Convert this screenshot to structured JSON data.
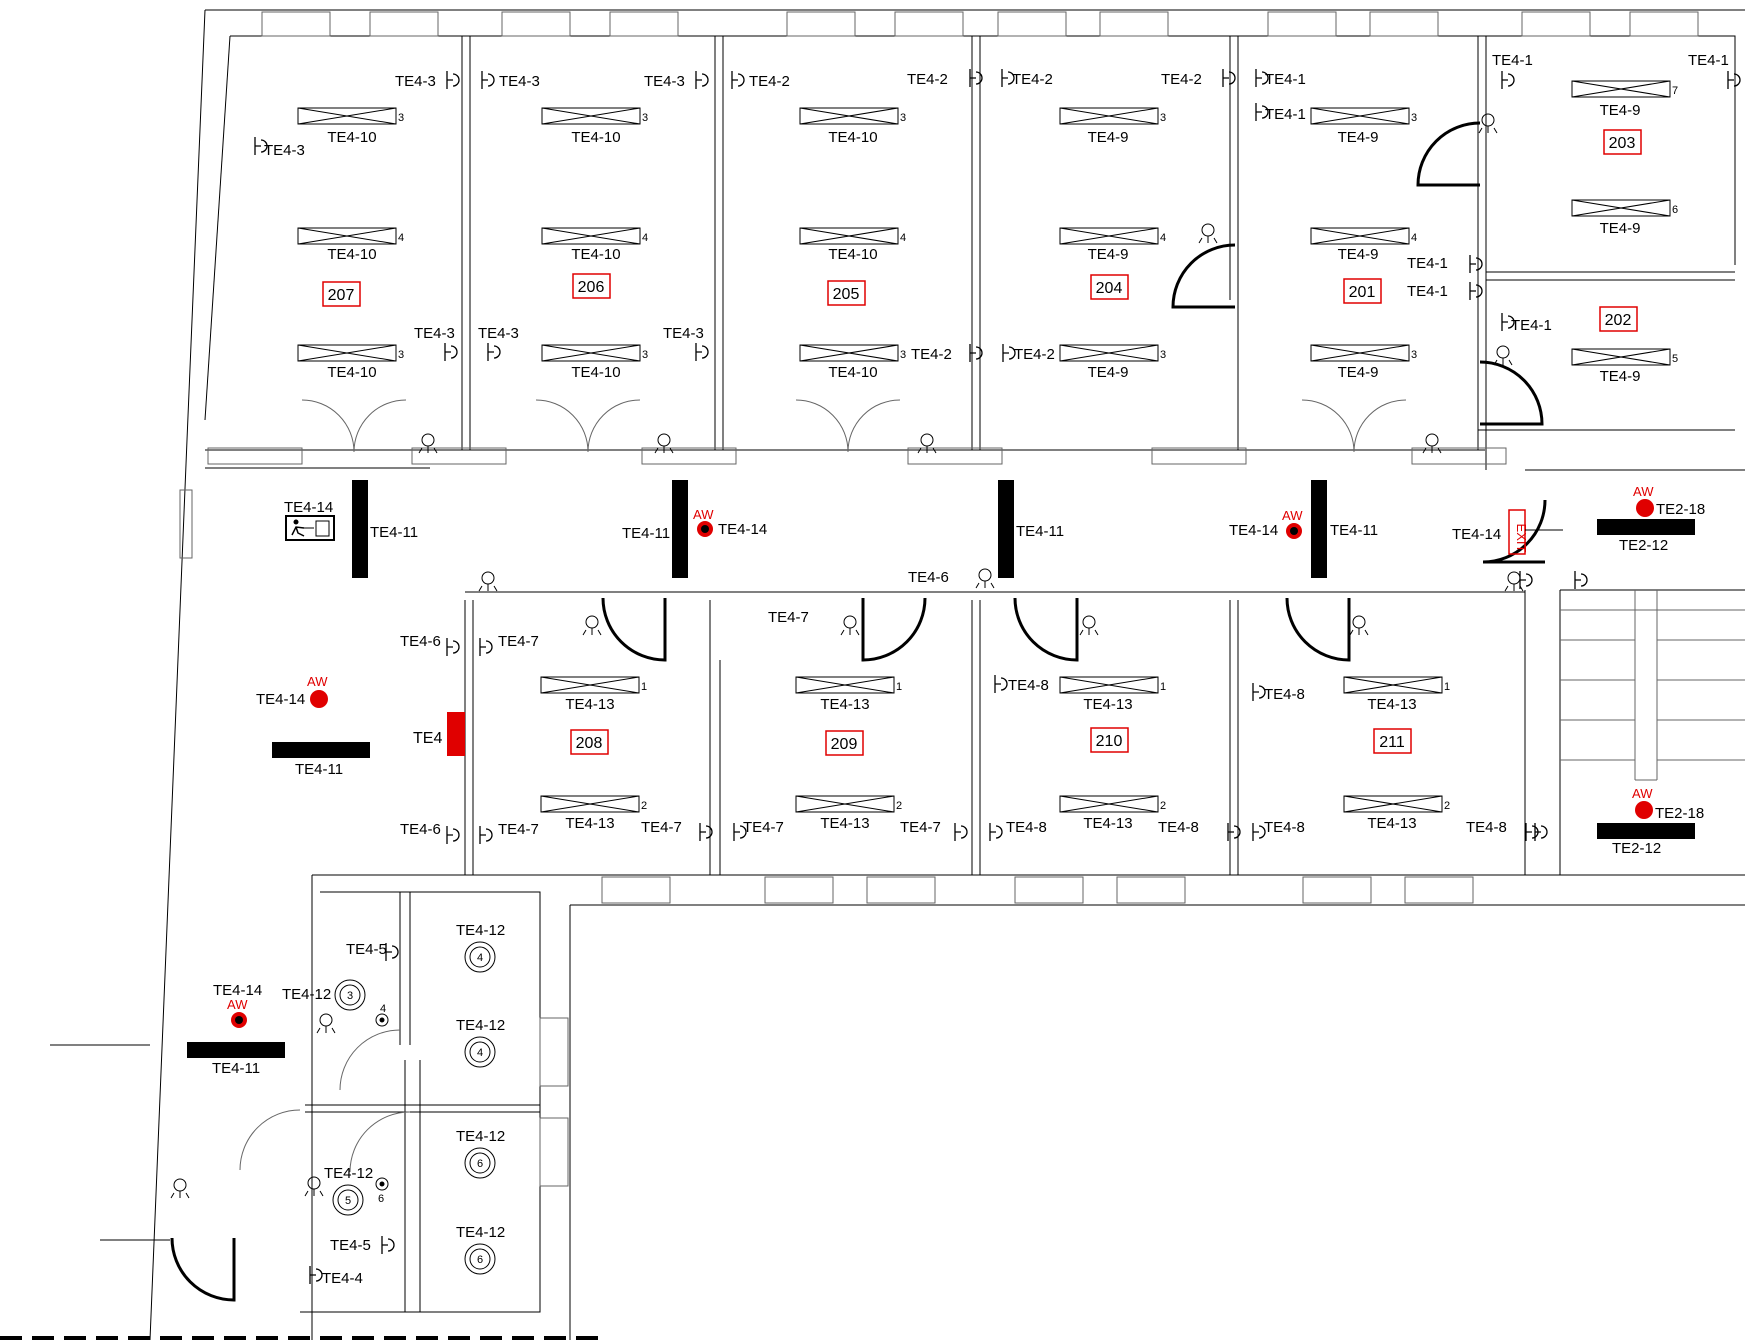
{
  "rooms": [
    {
      "id": "r207",
      "label": "207"
    },
    {
      "id": "r206",
      "label": "206"
    },
    {
      "id": "r205",
      "label": "205"
    },
    {
      "id": "r204",
      "label": "204"
    },
    {
      "id": "r201",
      "label": "201"
    },
    {
      "id": "r203",
      "label": "203"
    },
    {
      "id": "r202",
      "label": "202"
    },
    {
      "id": "r208",
      "label": "208"
    },
    {
      "id": "r209",
      "label": "209"
    },
    {
      "id": "r210",
      "label": "210"
    },
    {
      "id": "r211",
      "label": "211"
    }
  ],
  "symbols": {
    "aw": "AW",
    "exit": "EXIT",
    "te4": "TE4"
  },
  "labels": {
    "te4_1": "TE4-1",
    "te4_2": "TE4-2",
    "te4_3": "TE4-3",
    "te4_4": "TE4-4",
    "te4_5": "TE4-5",
    "te4_6": "TE4-6",
    "te4_7": "TE4-7",
    "te4_8": "TE4-8",
    "te4_9": "TE4-9",
    "te4_10": "TE4-10",
    "te4_11": "TE4-11",
    "te4_12": "TE4-12",
    "te4_13": "TE4-13",
    "te4_14": "TE4-14",
    "te2_12": "TE2-12",
    "te2_18": "TE2-18"
  },
  "colors": {
    "room_box": "#e00000",
    "alarm": "#e00000",
    "line": "#000000",
    "exit": "#e00000"
  }
}
